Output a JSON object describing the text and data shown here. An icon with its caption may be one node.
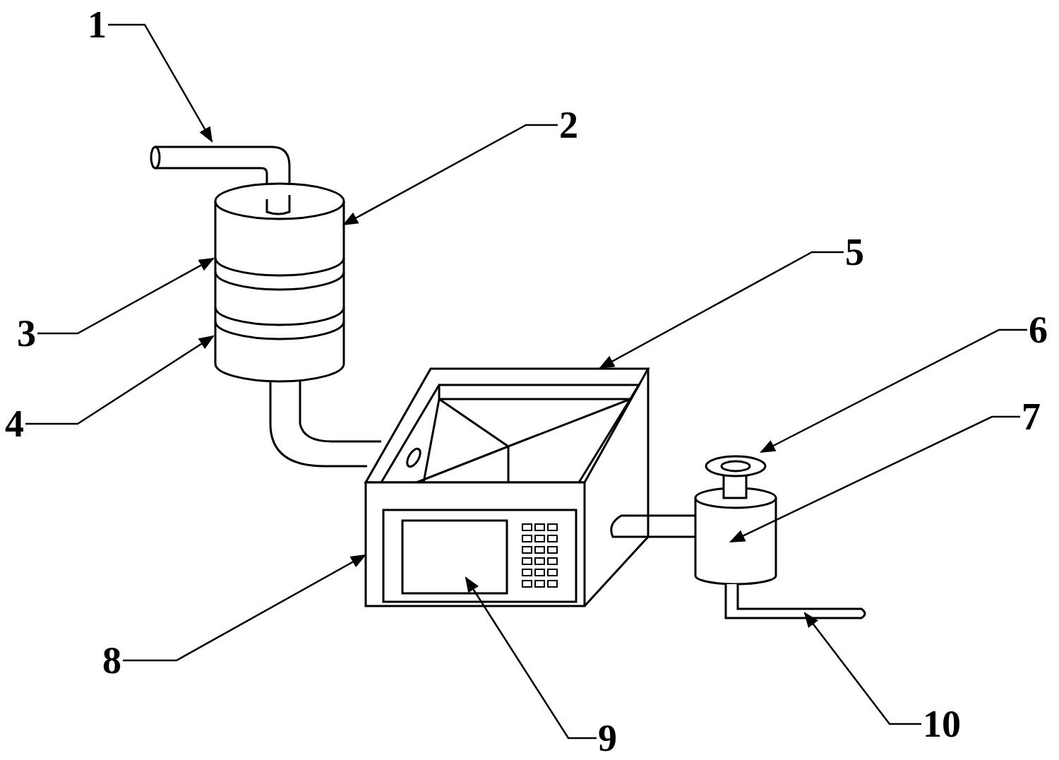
{
  "diagram": {
    "nodes": [
      {
        "text": [
          "1"
        ]
      },
      {
        "text": [
          "2"
        ]
      },
      {
        "text": [
          "3"
        ]
      },
      {
        "text": [
          "4"
        ]
      },
      {
        "text": [
          "5"
        ]
      },
      {
        "text": [
          "6"
        ]
      },
      {
        "text": [
          "7"
        ]
      },
      {
        "text": [
          "8"
        ]
      },
      {
        "text": [
          "9"
        ]
      },
      {
        "text": [
          "10"
        ]
      }
    ],
    "edges": [
      {
        "from": 0,
        "to": null,
        "arrow": "to"
      },
      {
        "from": 1,
        "to": null,
        "arrow": "to"
      },
      {
        "from": 2,
        "to": null,
        "arrow": "to"
      },
      {
        "from": 3,
        "to": null,
        "arrow": "to"
      },
      {
        "from": 4,
        "to": null,
        "arrow": "to"
      },
      {
        "from": 5,
        "to": null,
        "arrow": "to"
      },
      {
        "from": 6,
        "to": null,
        "arrow": "to"
      },
      {
        "from": 7,
        "to": null,
        "arrow": "to"
      },
      {
        "from": 8,
        "to": null,
        "arrow": "to"
      },
      {
        "from": 9,
        "to": null,
        "arrow": "to"
      }
    ]
  }
}
